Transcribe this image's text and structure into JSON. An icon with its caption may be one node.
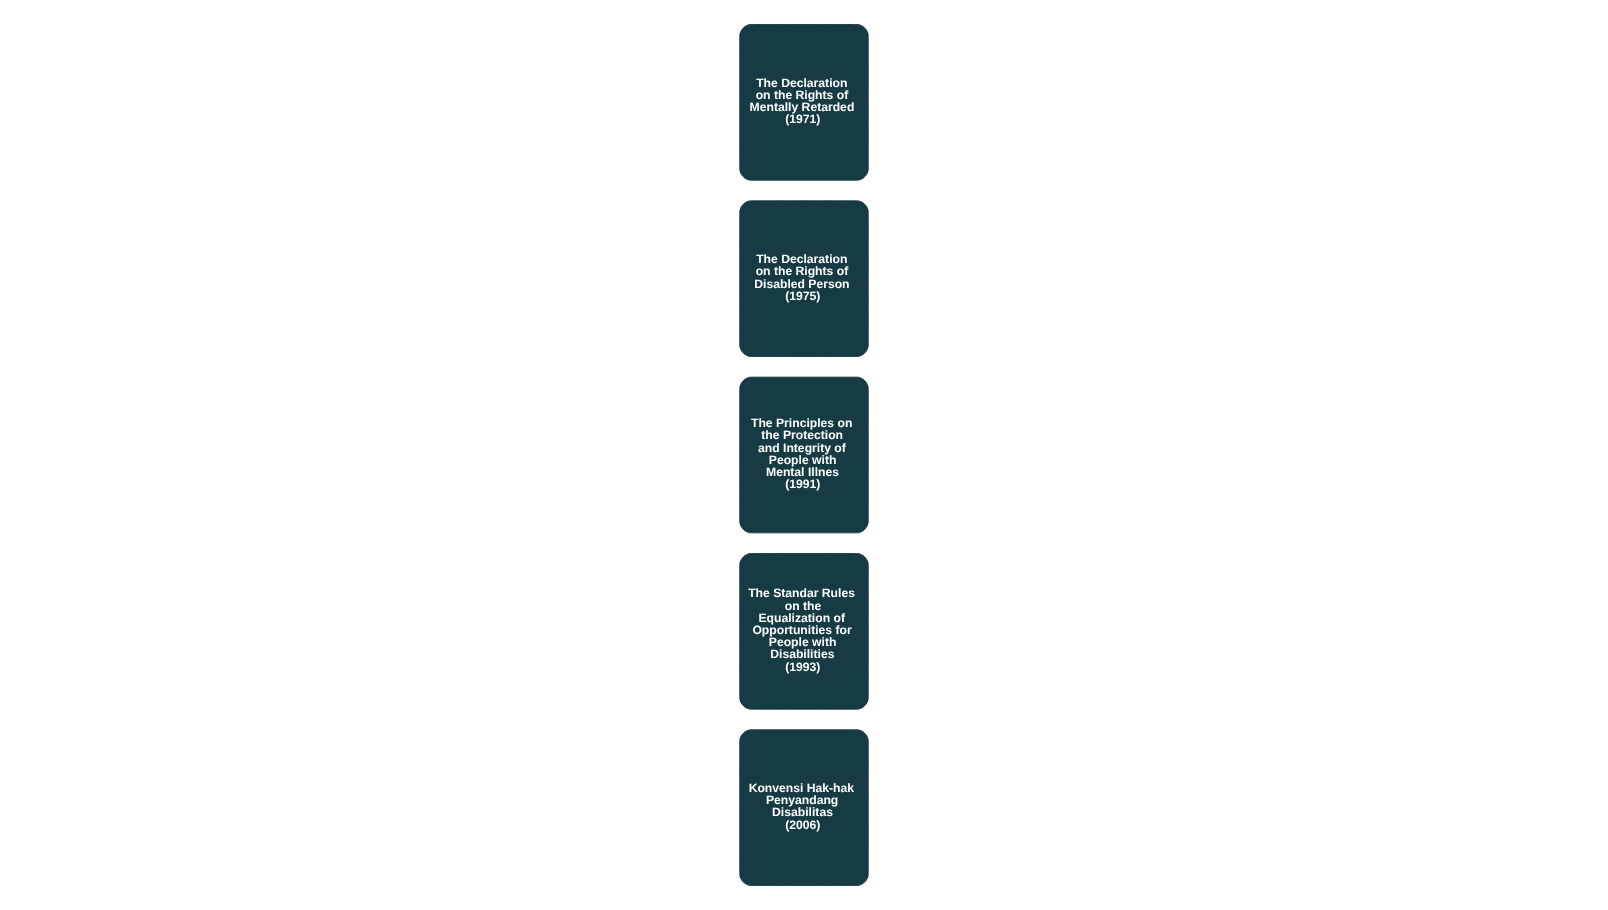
{
  "diagram": {
    "nodes": [
      {
        "text": [
          "The Declaration on the Rights of Mentally Retarded (1971)"
        ]
      },
      {
        "text": [
          "The Declaration on the Rights of Disabled Person (1975)"
        ]
      },
      {
        "text": [
          "The Principles on the Protection and Integrity of People with Mental Illnes (1991)"
        ]
      },
      {
        "text": [
          "The Standar Rules on the Equalization of Opportunities for People with Disabilities (1993)"
        ]
      },
      {
        "text": [
          "Konvensi Hak-hak Penyandang Disabilitas (2006)"
        ]
      }
    ]
  }
}
